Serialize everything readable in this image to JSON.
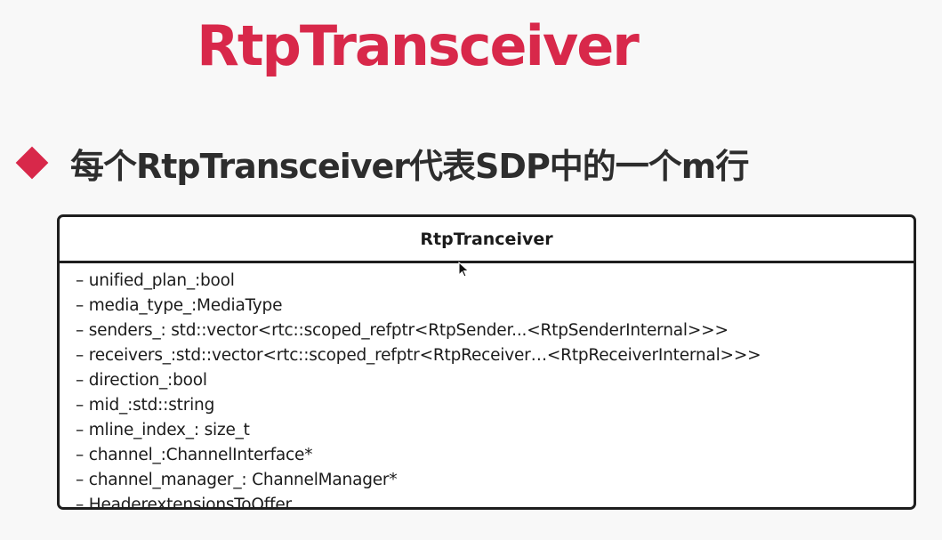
{
  "slide": {
    "title": "RtpTransceiver",
    "bullet": "每个RtpTransceiver代表SDP中的一个m行"
  },
  "uml": {
    "class_name": "RtpTranceiver",
    "attributes": [
      "– unified_plan_:bool",
      "– media_type_:MediaType",
      "– senders_: std::vector<rtc::scoped_refptr<RtpSender...<RtpSenderInternal>>>",
      "– receivers_:std::vector<rtc::scoped_refptr<RtpReceiver…<RtpReceiverInternal>>>",
      "– direction_:bool",
      "– mid_:std::string",
      "– mline_index_: size_t",
      "– channel_:ChannelInterface*",
      "– channel_manager_: ChannelManager*",
      "– HeaderextensionsToOffer"
    ]
  },
  "colors": {
    "accent": "#d8284a",
    "text": "#1b1b1b"
  },
  "icons": {
    "bullet": "diamond-bullet-icon",
    "cursor": "mouse-pointer-icon"
  }
}
